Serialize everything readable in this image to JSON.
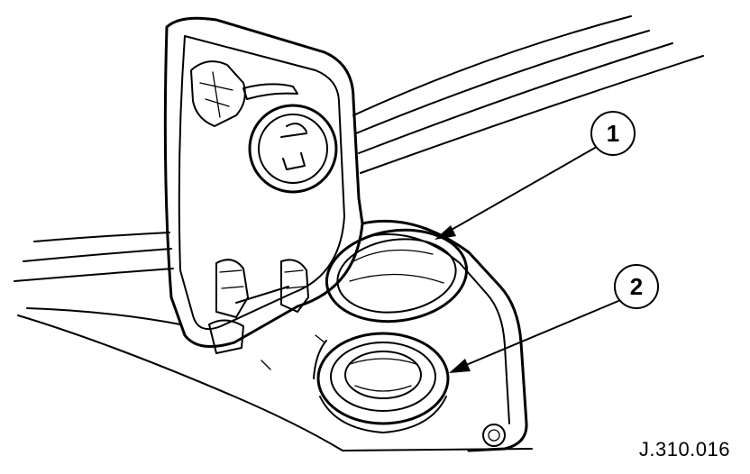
{
  "diagram": {
    "callouts": [
      {
        "label": "1",
        "part": "seal-ring"
      },
      {
        "label": "2",
        "part": "filler-neck"
      }
    ],
    "reference_code": "J.310.016"
  }
}
